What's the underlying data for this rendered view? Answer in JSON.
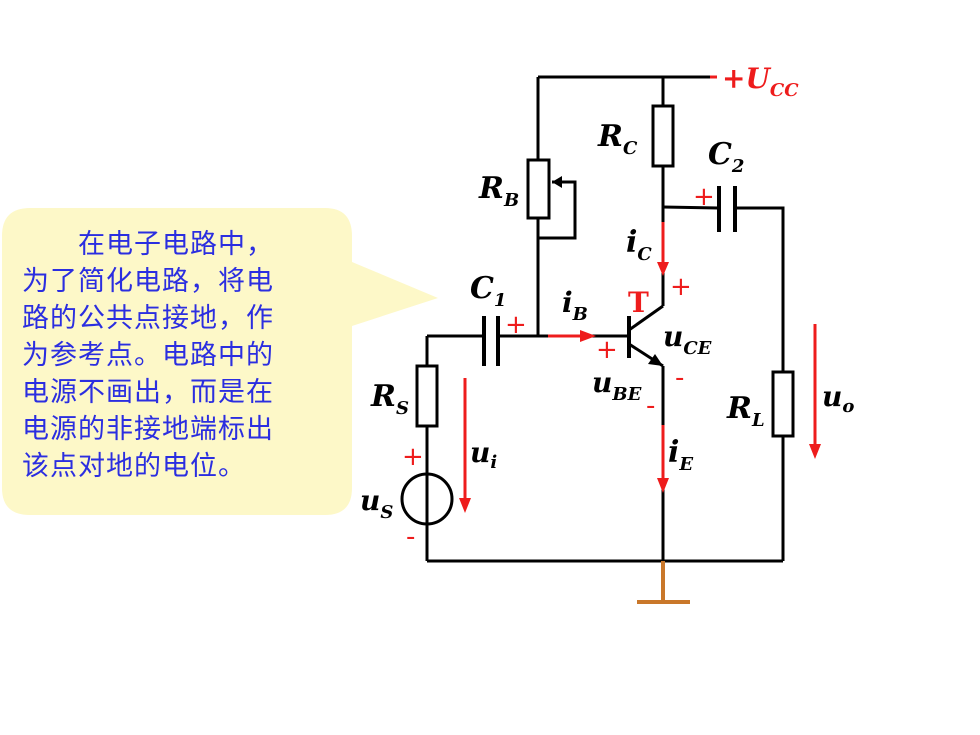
{
  "note": {
    "lines": [
      "　　在电子电路中，",
      "为了简化电路，将电",
      "路的公共点接地，作",
      "为参考点。电路中的",
      "电源不画出，而是在",
      "电源的非接地端标出",
      "该点对地的电位。"
    ]
  },
  "labels": {
    "ucc": {
      "prefix": "+",
      "main": "U",
      "sub": "CC"
    },
    "rc": {
      "main": "R",
      "sub": "C"
    },
    "c2": {
      "main": "C",
      "sub": "2"
    },
    "rb": {
      "main": "R",
      "sub": "B"
    },
    "ic": {
      "main": "i",
      "sub": "C"
    },
    "c1": {
      "main": "C",
      "sub": "1"
    },
    "ib": {
      "main": "i",
      "sub": "B"
    },
    "t": "T",
    "uce": {
      "main": "u",
      "sub": "CE"
    },
    "ube": {
      "main": "u",
      "sub": "BE"
    },
    "rs": {
      "main": "R",
      "sub": "S"
    },
    "rl": {
      "main": "R",
      "sub": "L"
    },
    "uo": {
      "main": "u",
      "sub": "o"
    },
    "ui": {
      "main": "u",
      "sub": "i"
    },
    "ie": {
      "main": "i",
      "sub": "E"
    },
    "us": {
      "main": "u",
      "sub": "S"
    },
    "plus": "+",
    "minus": "-"
  },
  "colors": {
    "callout_bg": "#fdf8c8",
    "note_text": "#2b2ee0",
    "wire": "#000000",
    "accent": "#ee1c1c",
    "ground": "#c9772a"
  }
}
